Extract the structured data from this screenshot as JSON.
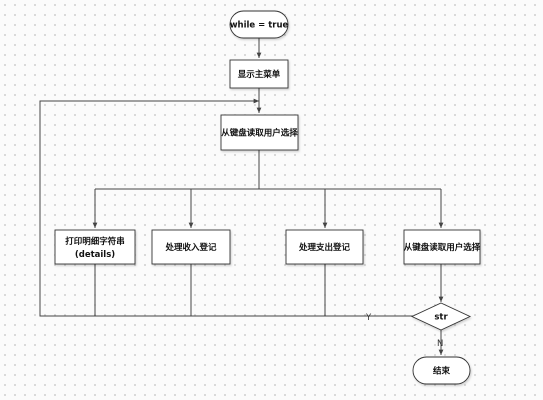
{
  "nodes": {
    "start": "while = true",
    "show_menu": "显示主菜单",
    "read_choice": "从键盘读取用户选择",
    "print_details_line1": "打印明细字符串",
    "print_details_line2": "(details)",
    "income": "处理收入登记",
    "expense": "处理支出登记",
    "read_choice_2": "从键盘读取用户选择",
    "decision": "str",
    "end": "结束"
  },
  "edges": {
    "yes_label": "Y",
    "no_label": "N"
  },
  "colors": {
    "line": "#444444",
    "box_fill": "#ffffff",
    "box_stroke": "#333333"
  }
}
